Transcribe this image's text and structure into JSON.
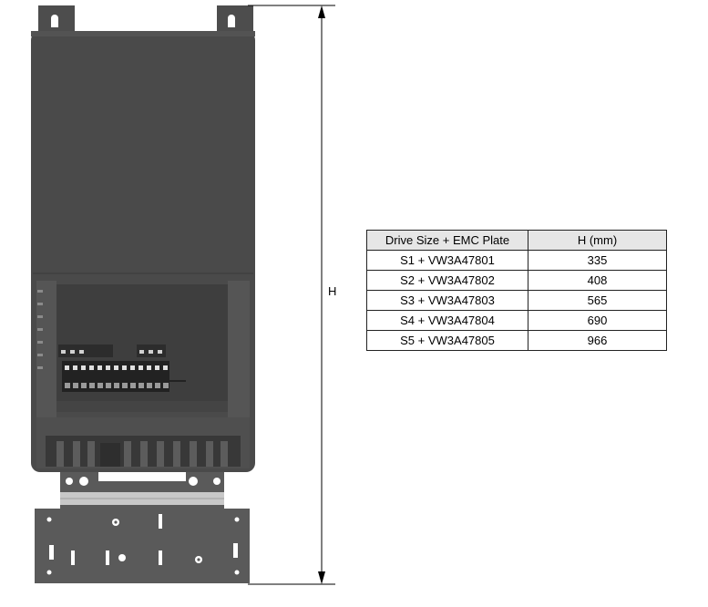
{
  "dimension": {
    "label": "H"
  },
  "table": {
    "headers": {
      "size": "Drive Size + EMC Plate",
      "height": "H (mm)"
    },
    "rows": [
      {
        "size": "S1 + VW3A47801",
        "height": "335"
      },
      {
        "size": "S2 + VW3A47802",
        "height": "408"
      },
      {
        "size": "S3 + VW3A47803",
        "height": "565"
      },
      {
        "size": "S4 + VW3A47804",
        "height": "690"
      },
      {
        "size": "S5 + VW3A47805",
        "height": "966"
      }
    ]
  },
  "colors": {
    "body": "#4a4a4a",
    "plate": "#5a5a5a",
    "rail": "#c8c8c8",
    "line": "#000000"
  }
}
